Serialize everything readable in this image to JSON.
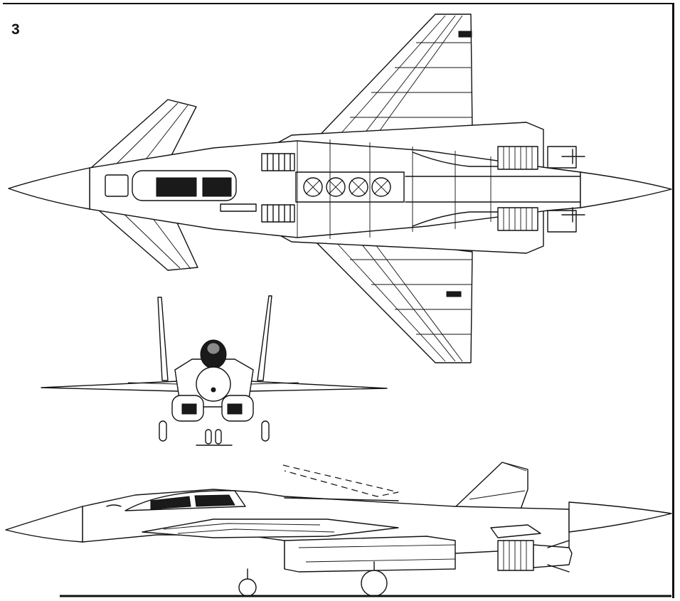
{
  "figure": {
    "label": "3"
  },
  "views": [
    "plan",
    "front",
    "side"
  ]
}
